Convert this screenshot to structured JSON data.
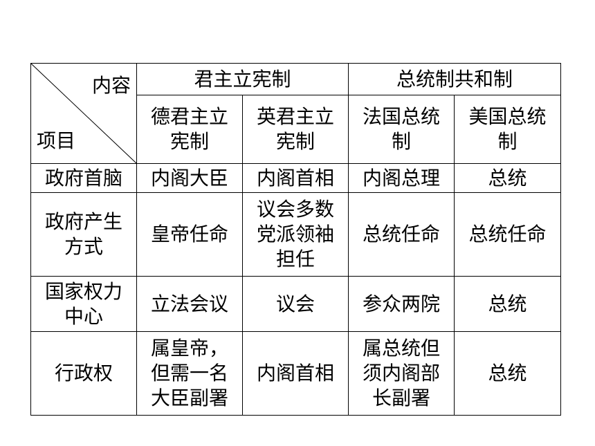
{
  "corner": {
    "top_right": "内容",
    "bottom_left": "项目"
  },
  "groups": [
    "君主立宪制",
    "总统制共和制"
  ],
  "subheaders": [
    "德君主立\n宪制",
    "英君主立\n宪制",
    "法国总统\n制",
    "美国总统\n制"
  ],
  "rows": [
    {
      "label": "政府首脑",
      "cells": [
        "内阁大臣",
        "内阁首相",
        "内阁总理",
        "总统"
      ]
    },
    {
      "label": "政府产生\n方式",
      "cells": [
        "皇帝任命",
        "议会多数\n党派领袖\n担任",
        "总统任命",
        "总统任命"
      ]
    },
    {
      "label": "国家权力\n中心",
      "cells": [
        "立法会议",
        "议会",
        "参众两院",
        "总统"
      ]
    },
    {
      "label": "行政权",
      "cells": [
        "属皇帝，\n但需一名\n大臣副署",
        "内阁首相",
        "属总统但\n须内阁部\n长副署",
        "总统"
      ]
    }
  ]
}
